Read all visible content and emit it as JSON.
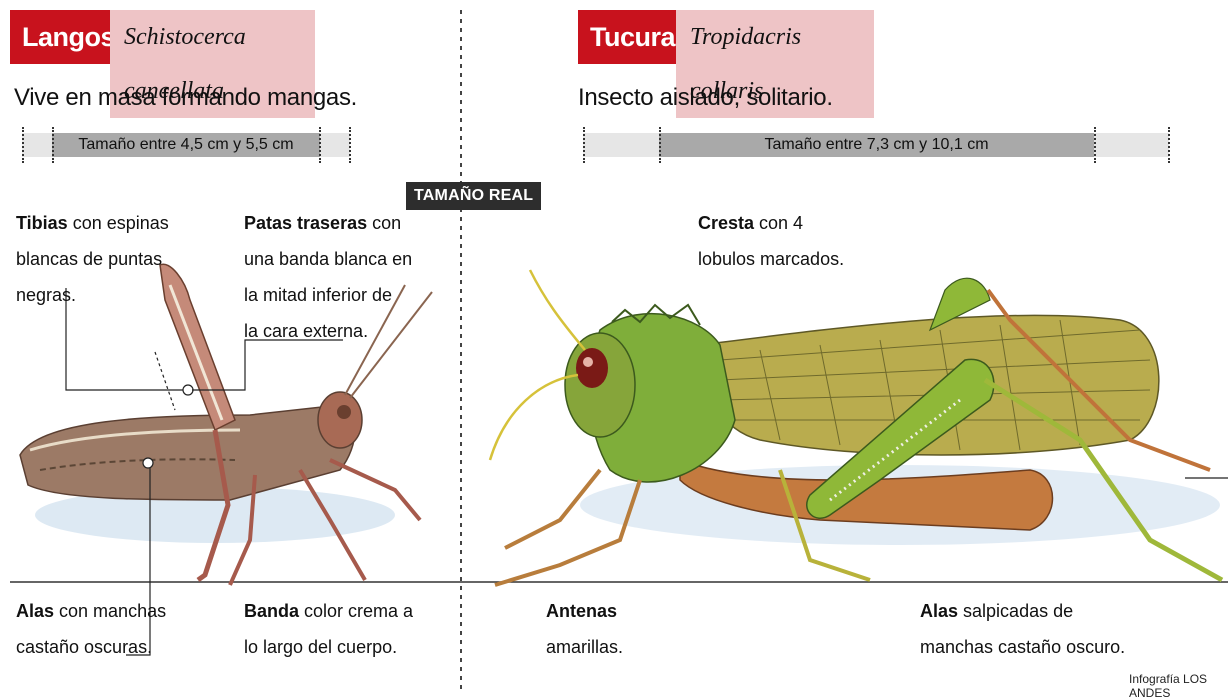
{
  "left": {
    "name": "Langosta",
    "scientific": "Schistocerca cancellata",
    "subtitle": "Vive en masa formando mangas.",
    "size_label": "Tamaño entre 4,5 cm y 5,5 cm",
    "notes": {
      "tibias_bold": "Tibias",
      "tibias_text_1": " con espinas",
      "tibias_text_2": "blancas de puntas",
      "tibias_text_3": "negras.",
      "patas_bold": "Patas traseras",
      "patas_text_1": " con",
      "patas_text_2": "una banda blanca en",
      "patas_text_3": "la mitad inferior de",
      "patas_text_4": "la cara externa.",
      "alas_bold": "Alas",
      "alas_text_1": " con manchas",
      "alas_text_2": "castaño oscuras.",
      "banda_bold": "Banda",
      "banda_text_1": " color crema a",
      "banda_text_2": "lo largo del cuerpo."
    }
  },
  "center": {
    "badge": "TAMAÑO REAL"
  },
  "right": {
    "name": "Tucura",
    "scientific": "Tropidacris collaris",
    "subtitle": "Insecto aislado, solitario.",
    "size_label": "Tamaño entre 7,3 cm y 10,1 cm",
    "notes": {
      "cresta_bold": "Cresta",
      "cresta_text_1": " con 4",
      "cresta_text_2": "lobulos marcados.",
      "antenas_bold": "Antenas",
      "antenas_text_1": "amarillas.",
      "alas_bold": "Alas",
      "alas_text_1": " salpicadas de",
      "alas_text_2": "manchas castaño oscuro."
    }
  },
  "credit": "Infografía LOS ANDES",
  "colors": {
    "accent_red": "#c8121d",
    "chip_pink": "#eec4c6",
    "bar_dark": "#a9a9a9",
    "bar_light": "#e6e6e6",
    "badge_dark": "#2d2d2d"
  }
}
